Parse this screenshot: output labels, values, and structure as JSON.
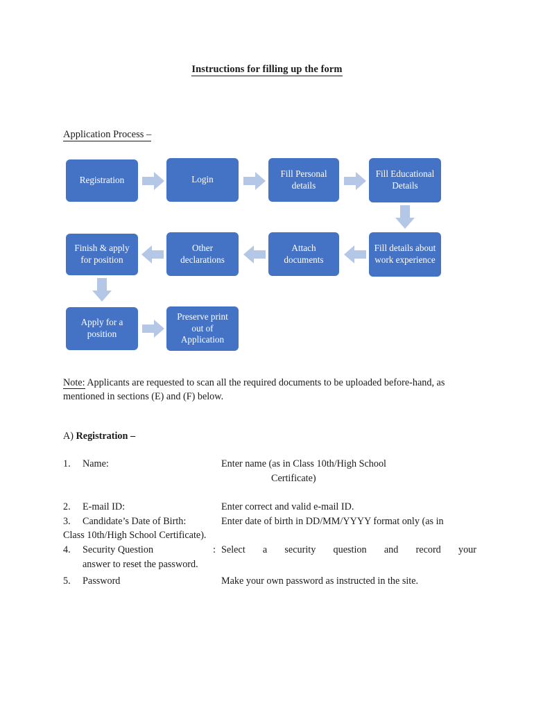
{
  "document": {
    "title": "Instructions for filling up the form",
    "section_label": "Application Process –"
  },
  "flowchart": {
    "boxes": [
      {
        "id": "registration",
        "label": "Registration"
      },
      {
        "id": "login",
        "label": "Login"
      },
      {
        "id": "fill-personal-details",
        "label": "Fill Personal details"
      },
      {
        "id": "fill-educational-details",
        "label": "Fill Educational Details"
      },
      {
        "id": "fill-work-experience",
        "label": "Fill details about work experience"
      },
      {
        "id": "attach-documents",
        "label": "Attach documents"
      },
      {
        "id": "other-declarations",
        "label": "Other declarations"
      },
      {
        "id": "finish-and-apply",
        "label": "Finish & apply for position"
      },
      {
        "id": "apply-for-position",
        "label": "Apply for a position"
      },
      {
        "id": "preserve-printout",
        "label": "Preserve print out of Application"
      }
    ],
    "colors": {
      "box_fill": "#4472C4",
      "box_text": "#ffffff",
      "arrow_fill": "#B4C7E7"
    }
  },
  "note": {
    "prefix": "Note:",
    "text": " Applicants are requested to scan all the required documents to be uploaded before-hand, as mentioned in sections (E) and (F) below."
  },
  "section_a": {
    "marker": "A)",
    "heading": "Registration –",
    "items": [
      {
        "number": "1.",
        "label": "Name:",
        "colon": "",
        "description": "Enter name (as in Class 10th/High School",
        "continuation": "Certificate)"
      },
      {
        "number": "2.",
        "label": "E-mail ID:",
        "colon": "",
        "description": "Enter correct and valid e-mail ID.",
        "continuation": ""
      },
      {
        "number": "3.",
        "label": "Candidate’s Date of Birth:",
        "colon": "",
        "description": "Enter date of birth in DD/MM/YYYY format only (as in",
        "continuation": "Class 10th/High School Certificate)."
      },
      {
        "number": "4.",
        "label": "Security Question",
        "colon": ":",
        "description": "Select a security question and record your",
        "continuation": "answer to reset the password."
      },
      {
        "number": "5.",
        "label": "Password",
        "colon": "",
        "description": "Make your own password as instructed in the site.",
        "continuation": ""
      }
    ]
  }
}
